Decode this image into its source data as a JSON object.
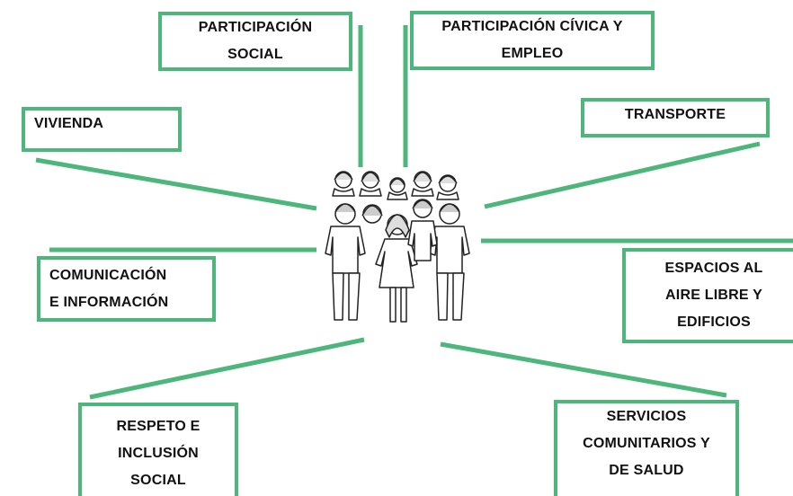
{
  "accent_color": "#4cb67b",
  "center_icon": "group-of-people-icon",
  "boxes": {
    "participacion_social": [
      "PARTICIPACIÓN",
      "SOCIAL"
    ],
    "participacion_civica": [
      "PARTICIPACIÓN CÍVICA Y",
      "EMPLEO"
    ],
    "vivienda": [
      "VIVIENDA"
    ],
    "transporte": [
      "TRANSPORTE"
    ],
    "comunicacion": [
      "COMUNICACIÓN",
      "E INFORMACIÓN"
    ],
    "espacios": [
      "ESPACIOS AL",
      "AIRE LIBRE Y",
      "EDIFICIOS"
    ],
    "respeto": [
      "RESPETO E",
      "INCLUSIÓN",
      "SOCIAL"
    ],
    "servicios": [
      "SERVICIOS",
      "COMUNITARIOS Y",
      "DE SALUD"
    ]
  }
}
